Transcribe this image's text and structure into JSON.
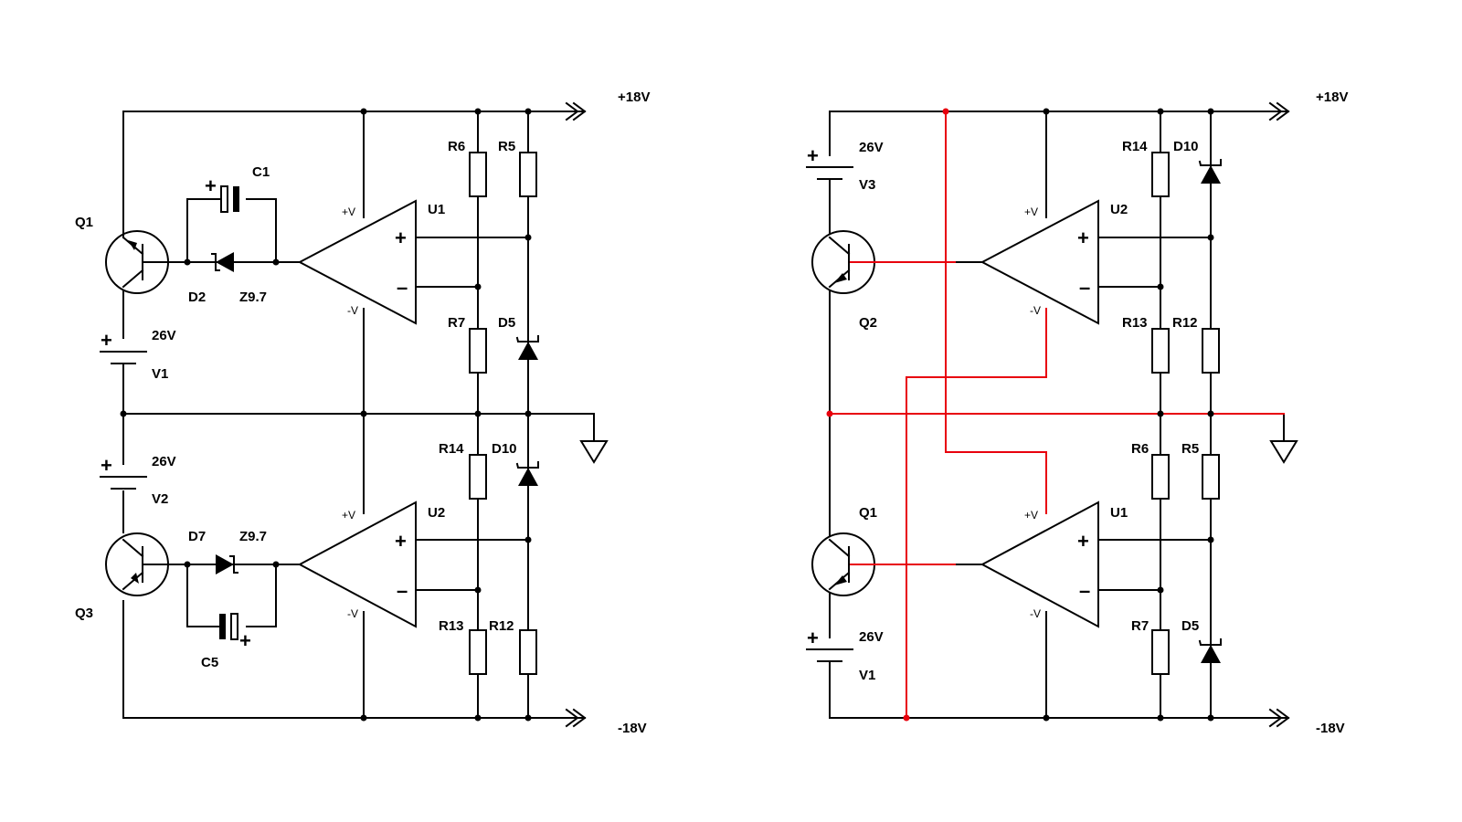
{
  "colors": {
    "wire": "#000000",
    "highlight": "#e8000d"
  },
  "left": {
    "rail_pos": "+18V",
    "rail_neg": "-18V",
    "Q1": "Q1",
    "Q3": "Q3",
    "C1": "C1",
    "C5": "C5",
    "D2": "D2",
    "D2_val": "Z9.7",
    "D7": "D7",
    "D7_val": "Z9.7",
    "V1": "V1",
    "V1_val": "26V",
    "V2": "V2",
    "V2_val": "26V",
    "U1": "U1",
    "U2": "U2",
    "R6": "R6",
    "R5": "R5",
    "R7": "R7",
    "D5": "D5",
    "R14": "R14",
    "D10": "D10",
    "R13": "R13",
    "R12": "R12",
    "pin_pos": "+V",
    "pin_neg": "-V"
  },
  "right": {
    "rail_pos": "+18V",
    "rail_neg": "-18V",
    "V3": "V3",
    "V3_val": "26V",
    "V1": "V1",
    "V1_val": "26V",
    "Q2": "Q2",
    "Q1": "Q1",
    "U2": "U2",
    "U1": "U1",
    "R14": "R14",
    "D10": "D10",
    "R13": "R13",
    "R12": "R12",
    "R6": "R6",
    "R5": "R5",
    "R7": "R7",
    "D5": "D5",
    "pin_pos": "+V",
    "pin_neg": "-V"
  }
}
